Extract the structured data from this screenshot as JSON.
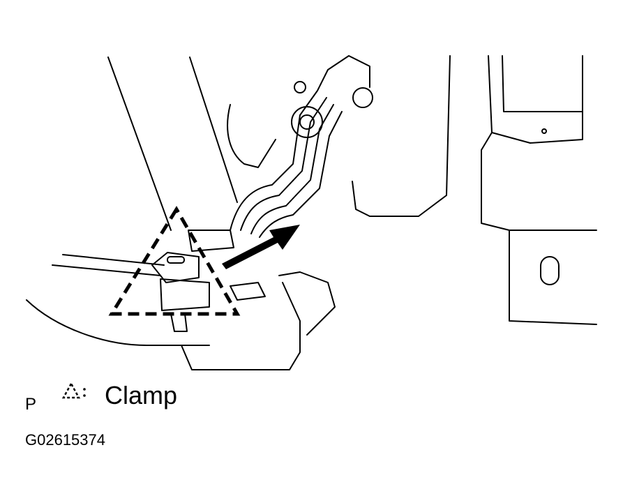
{
  "legend": {
    "prefix": "P",
    "symbol_separator": ":",
    "clamp_label": "Clamp"
  },
  "figure_id": "G02615374",
  "icons": {
    "clamp_symbol": "dashed-triangle-icon",
    "direction_arrow": "arrow-icon"
  },
  "colors": {
    "line": "#000000",
    "background": "#ffffff"
  }
}
